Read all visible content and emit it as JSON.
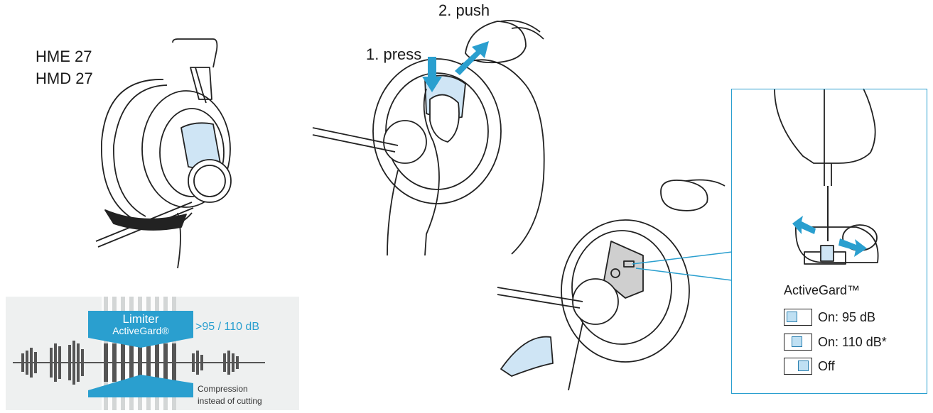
{
  "models": [
    "HME 27",
    "HMD 27"
  ],
  "steps": {
    "press": "1. press",
    "push": "2. push"
  },
  "detail": {
    "title": "ActiveGard™",
    "options": [
      {
        "label": "On: 95 dB",
        "knob_position": "left"
      },
      {
        "label": "On: 110 dB*",
        "knob_position": "middle"
      },
      {
        "label": "Off",
        "knob_position": "right"
      }
    ]
  },
  "limiter": {
    "title": "Limiter",
    "subtitle": "ActiveGard®",
    "level": ">95 / 110 dB",
    "note_line1": "Compression",
    "note_line2": "instead of cutting"
  },
  "colors": {
    "accent": "#2a9fcf",
    "highlight": "#bfe0f3",
    "waveform": "#555555",
    "panel": "#eef0f0"
  }
}
